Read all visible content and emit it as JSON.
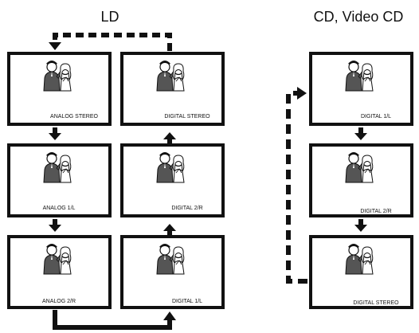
{
  "headings": {
    "ld": "LD",
    "cd": "CD, Video CD"
  },
  "screens": {
    "ld_left": [
      "ANALOG STEREO",
      "ANALOG 1/L",
      "ANALOG 2/R"
    ],
    "ld_right": [
      "DIGITAL STEREO",
      "DIGITAL 2/R",
      "DIGITAL 1/L"
    ],
    "cd": [
      "DIGITAL 1/L",
      "DIGITAL 2/R",
      "DIGITAL STEREO"
    ]
  },
  "colors": {
    "ink": "#111111",
    "background": "#ffffff"
  }
}
